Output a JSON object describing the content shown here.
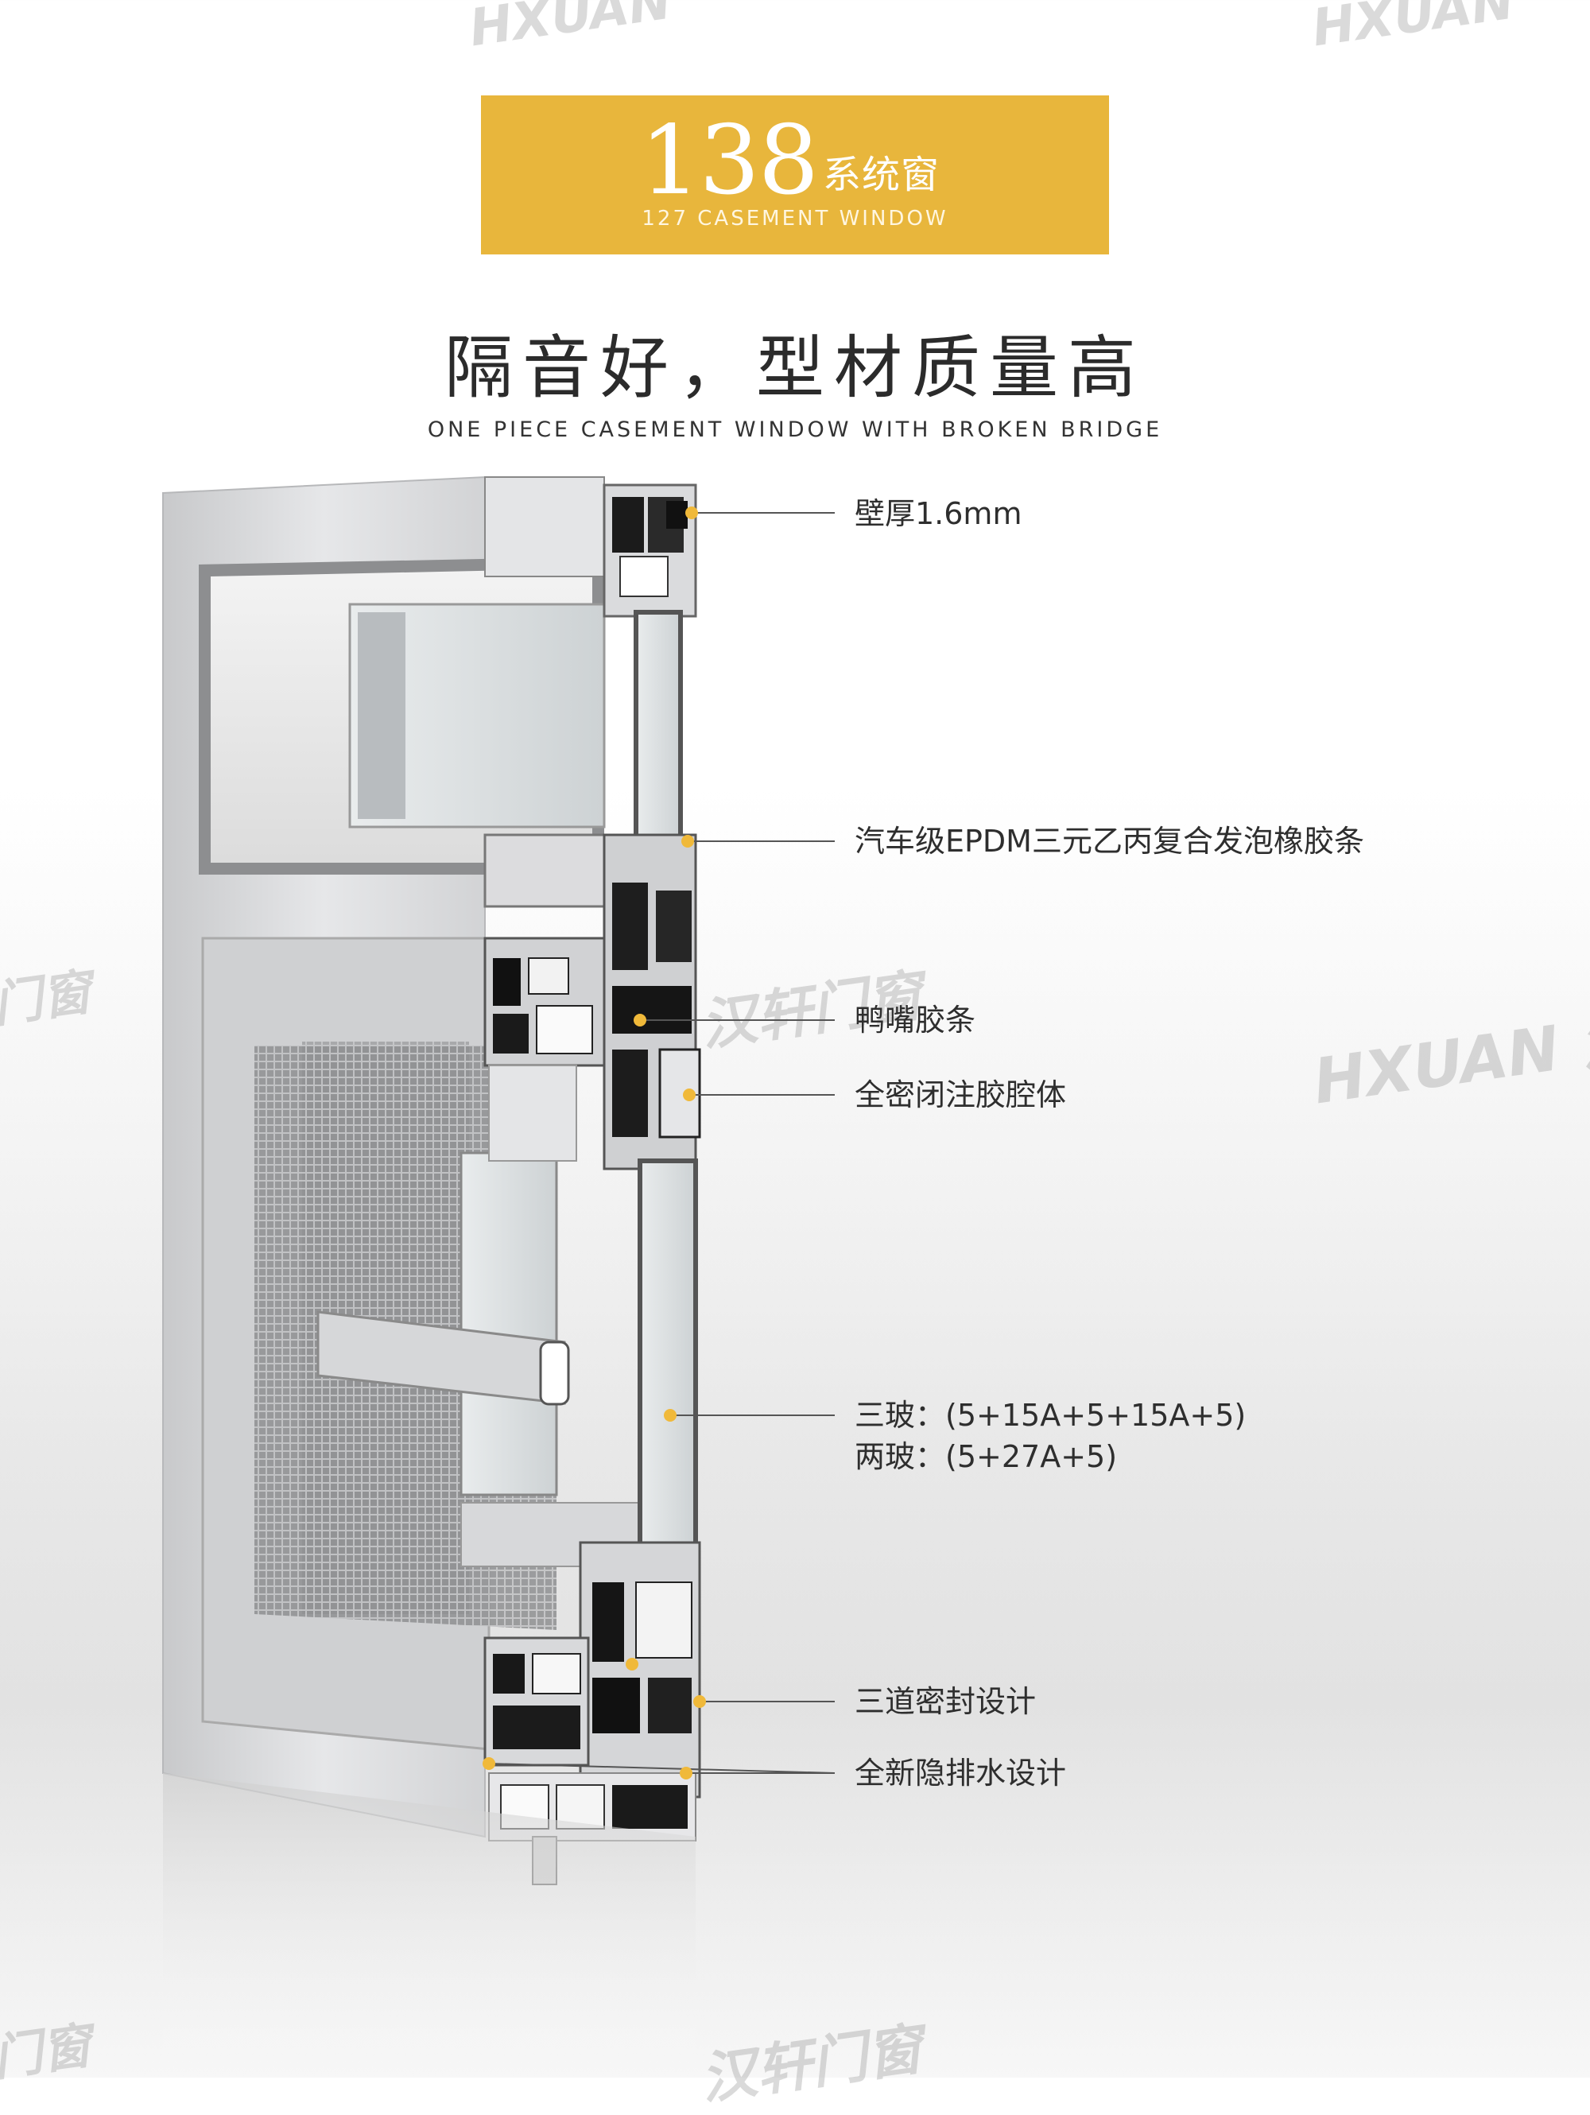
{
  "badge": {
    "number": "138",
    "cn_label": "系统窗",
    "en_label": "127 CASEMENT WINDOW"
  },
  "headline": "隔音好，型材质量高",
  "subheadline": "ONE PIECE CASEMENT WINDOW WITH BROKEN BRIDGE",
  "callouts": {
    "wall_thickness": "壁厚1.6mm",
    "epdm_strip": "汽车级EPDM三元乙丙复合发泡橡胶条",
    "duckbill_strip": "鸭嘴胶条",
    "sealed_cavity": "全密闭注胶腔体",
    "glass_triple": "三玻：(5+15A+5+15A+5)",
    "glass_double": "两玻：(5+27A+5)",
    "triple_seal": "三道密封设计",
    "drainage": "全新隐排水设计"
  },
  "watermark": {
    "brand_cn": "汉轩门窗",
    "brand_en": "HXUAN",
    "fragment_cn": "门窗"
  },
  "colors": {
    "accent": "#e8b63c",
    "dot": "#f0b93a",
    "leader": "#555555",
    "frame": "#d9dadc"
  }
}
